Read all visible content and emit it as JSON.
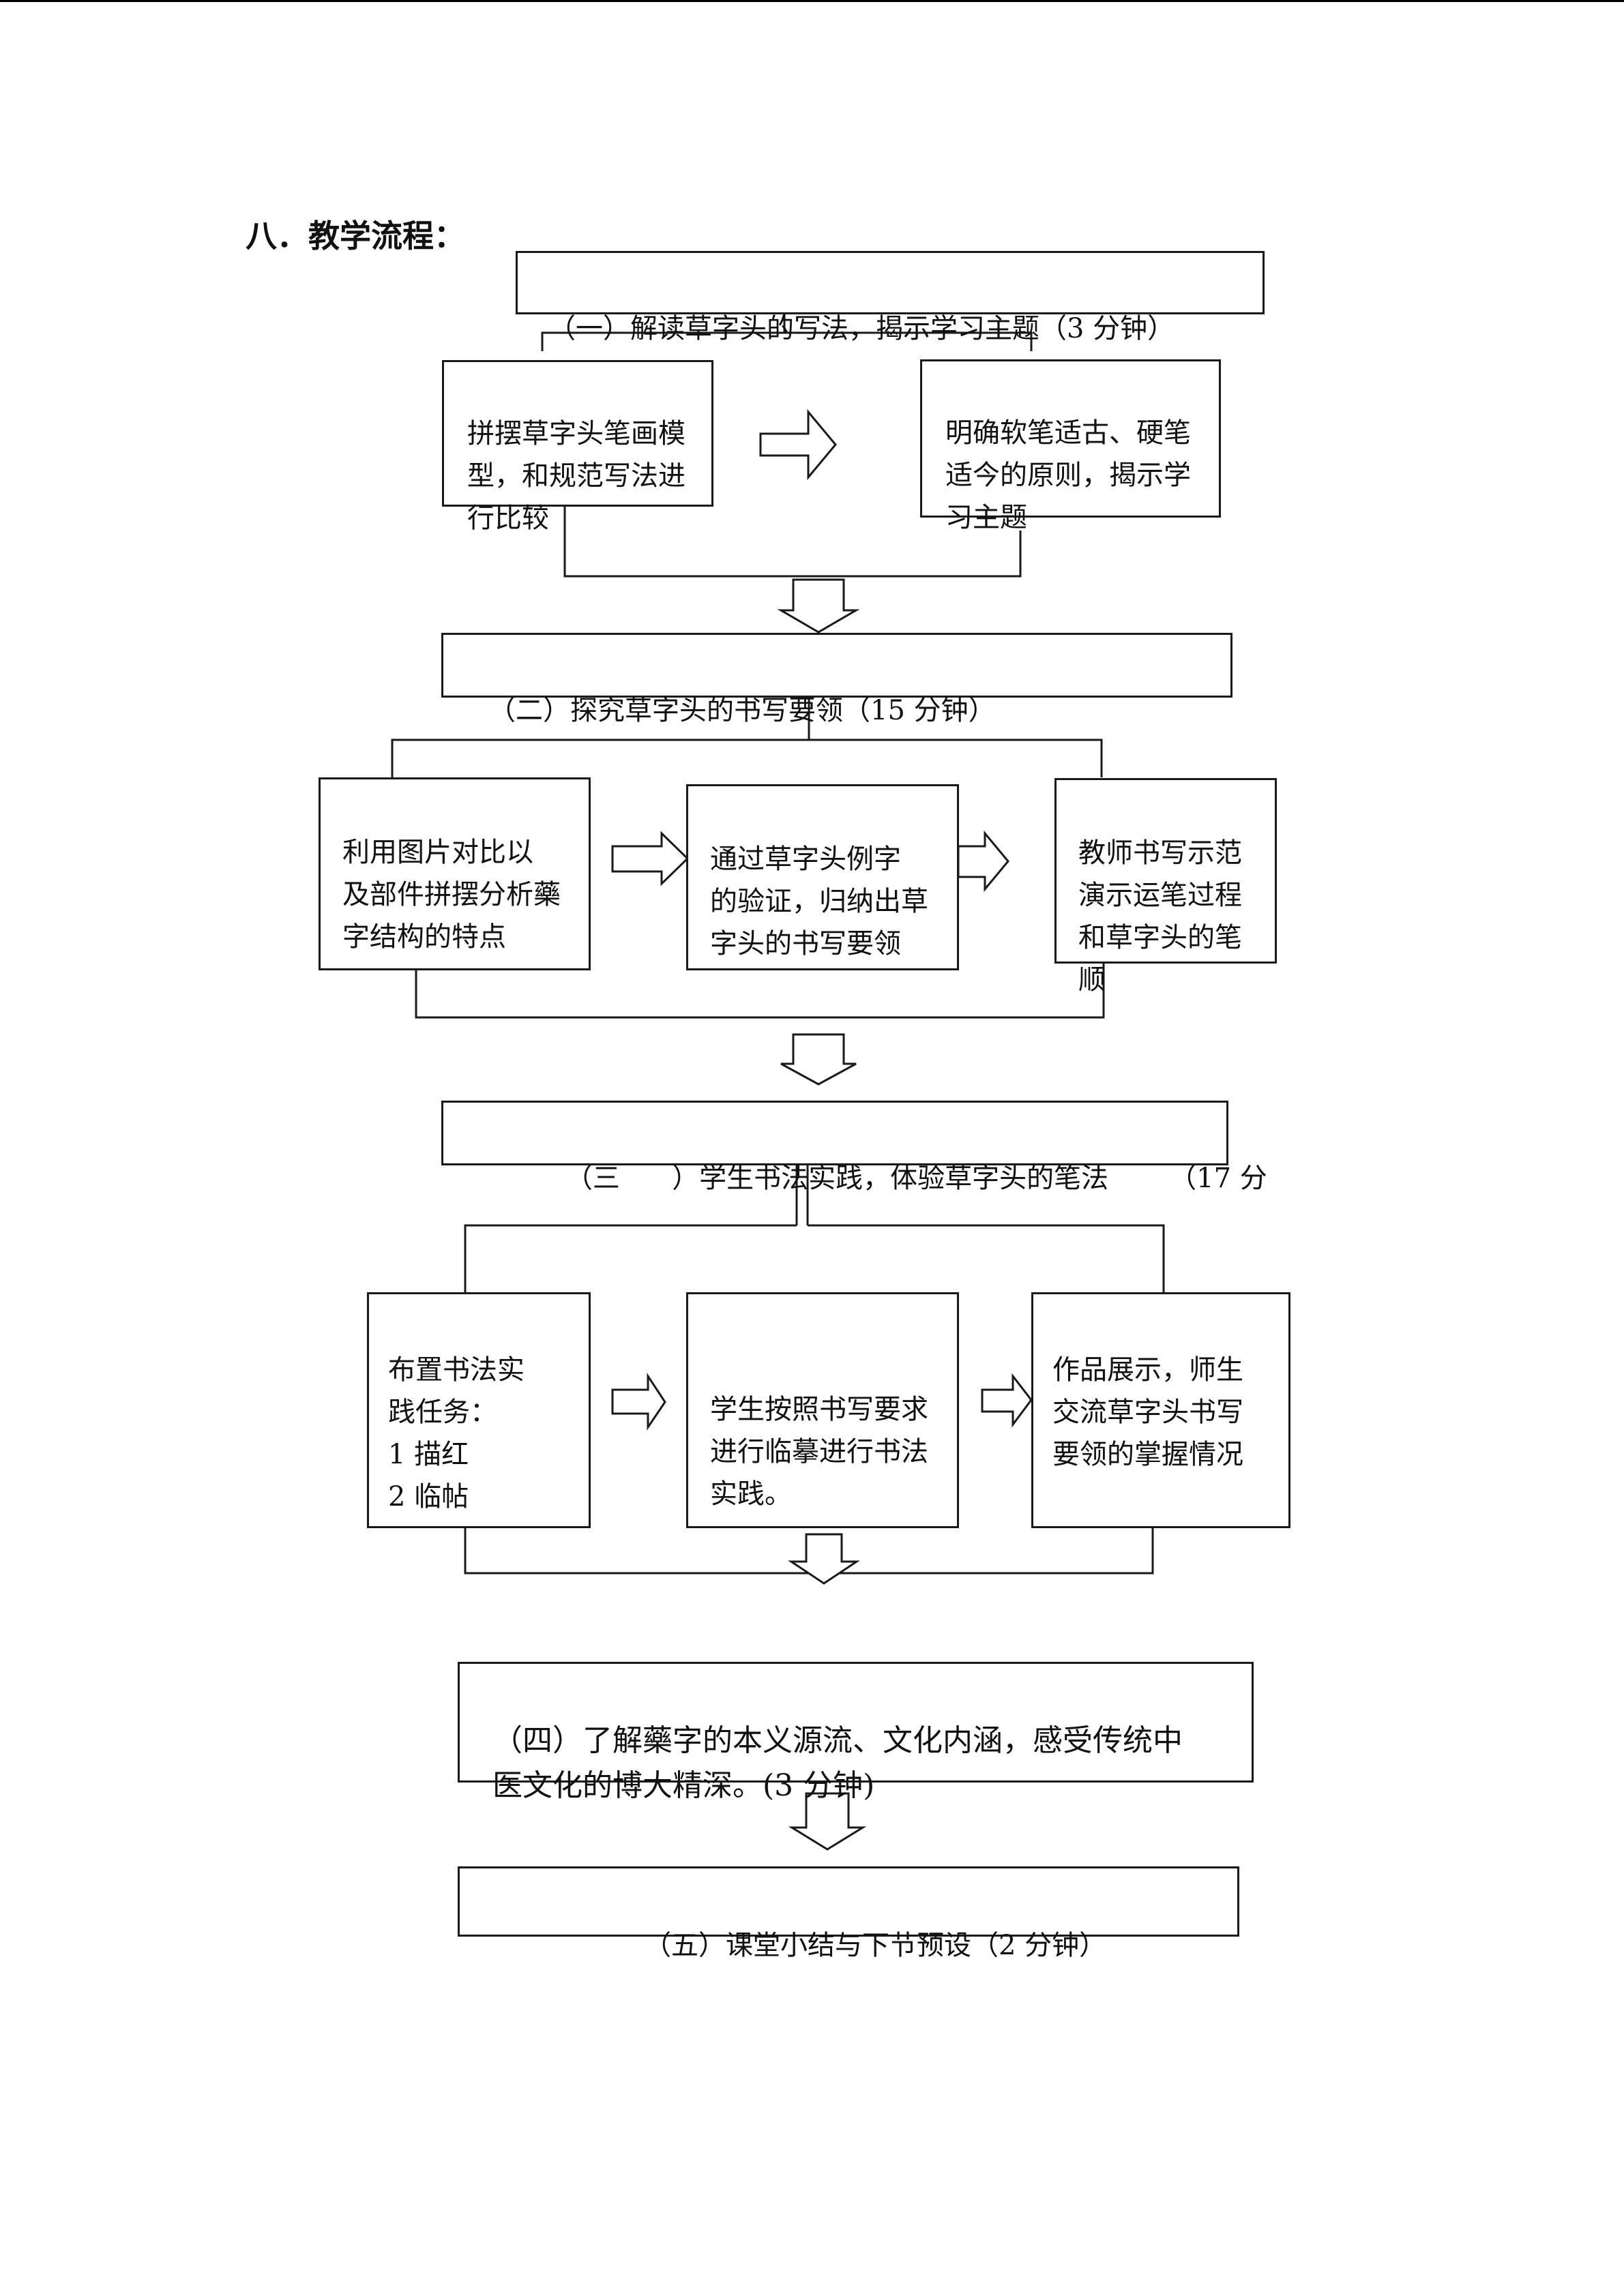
{
  "title": "八．教学流程：",
  "stages": {
    "s1": "（一）解读草字头的写法，揭示学习主题（3 分钟）",
    "s2": "（二）探究草字头的书写要领（15 分钟）",
    "s3": "（三      ）学生书法实践，体验草字头的笔法       （17 分",
    "s4": "（四）了解藥字的本义源流、文化内涵，感受传统中\n医文化的博大精深。(3 分钟)",
    "s5": "（五）课堂小结与下节预设（2 分钟）"
  },
  "steps": {
    "s1_a": "拼摆草字头笔画模\n型，和规范写法进\n行比较",
    "s1_b": "明确软笔适古、硬笔\n适今的原则，揭示学\n习主题",
    "s2_a": "  利用图片对比以\n及部件拼摆分析藥\n字结构的特点",
    "s2_b": "  通过草字头例字\n的验证，归纳出草\n字头的书写要领",
    "s2_c": "教师书写示范\n演示运笔过程\n和草字头的笔\n顺",
    "s3_a": "  布置书法实\n践任务：\n  1 描红\n  2 临帖",
    "s3_b": "学生按照书写要求\n进行临摹进行书法\n实践。",
    "s3_c": "作品展示，师生\n交流草字头书写\n要领的掌握情况"
  }
}
